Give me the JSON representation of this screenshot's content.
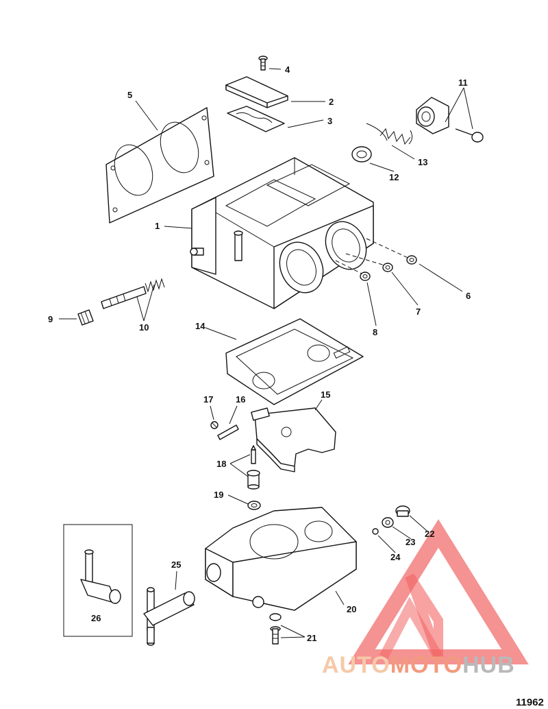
{
  "figure_number": "11962",
  "watermark": {
    "part1": "AUTO",
    "part2": "MOTO",
    "part3": "HUB",
    "color_light": "#f5c9a8",
    "color_mid": "#f29a7e",
    "color_dark": "#b9b9b9",
    "logo_color": "#f04a4a"
  },
  "labels": [
    {
      "id": "1",
      "text": "1"
    },
    {
      "id": "2",
      "text": "2"
    },
    {
      "id": "3",
      "text": "3"
    },
    {
      "id": "4",
      "text": "4"
    },
    {
      "id": "5",
      "text": "5"
    },
    {
      "id": "6",
      "text": "6"
    },
    {
      "id": "7",
      "text": "7"
    },
    {
      "id": "8",
      "text": "8"
    },
    {
      "id": "9",
      "text": "9"
    },
    {
      "id": "10",
      "text": "10"
    },
    {
      "id": "11",
      "text": "11"
    },
    {
      "id": "12",
      "text": "12"
    },
    {
      "id": "13",
      "text": "13"
    },
    {
      "id": "14",
      "text": "14"
    },
    {
      "id": "15",
      "text": "15"
    },
    {
      "id": "16",
      "text": "16"
    },
    {
      "id": "17",
      "text": "17"
    },
    {
      "id": "18",
      "text": "18"
    },
    {
      "id": "19",
      "text": "19"
    },
    {
      "id": "20",
      "text": "20"
    },
    {
      "id": "21",
      "text": "21"
    },
    {
      "id": "22",
      "text": "22"
    },
    {
      "id": "23",
      "text": "23"
    },
    {
      "id": "24",
      "text": "24"
    },
    {
      "id": "25",
      "text": "25"
    },
    {
      "id": "26",
      "text": "26"
    }
  ]
}
